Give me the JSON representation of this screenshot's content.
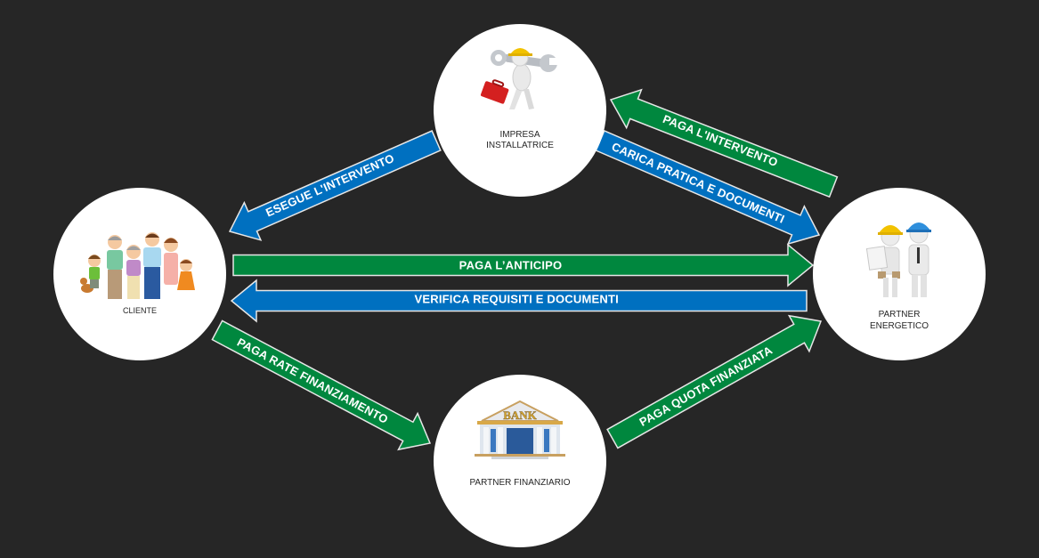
{
  "colors": {
    "background": "#262626",
    "circle": "#ffffff",
    "green_arrow": "#00873e",
    "blue_arrow": "#0070c0",
    "arrow_border": "#e6e6e6"
  },
  "nodes": {
    "impresa": {
      "label_lines": [
        "IMPRESA",
        "INSTALLATRICE"
      ],
      "icon": "worker-with-wrench-and-toolbox"
    },
    "cliente": {
      "label_lines": [
        "CLIENTE"
      ],
      "icon": "family-group"
    },
    "partner_energetico": {
      "label_lines": [
        "PARTNER",
        "ENERGETICO"
      ],
      "icon": "two-engineers-with-helmets"
    },
    "partner_finanziario": {
      "label_lines": [
        "PARTNER FINANZIARIO"
      ],
      "icon": "bank-building",
      "bank_sign": "BANK"
    }
  },
  "arrows": [
    {
      "id": "esegue",
      "label": "ESEGUE L'INTERVENTO",
      "color": "blue",
      "from": "impresa",
      "to": "cliente"
    },
    {
      "id": "paga-intervento",
      "label": "PAGA L'INTERVENTO",
      "color": "green",
      "from": "partner_energetico",
      "to": "impresa"
    },
    {
      "id": "carica",
      "label": "CARICA PRATICA E DOCUMENTI",
      "color": "blue",
      "from": "impresa",
      "to": "partner_energetico"
    },
    {
      "id": "anticipo",
      "label": "PAGA L’ANTICIPO",
      "color": "green",
      "from": "cliente",
      "to": "partner_energetico"
    },
    {
      "id": "verifica",
      "label": "VERIFICA REQUISITI E DOCUMENTI",
      "color": "blue",
      "from": "partner_energetico",
      "to": "cliente"
    },
    {
      "id": "rate",
      "label": "PAGA RATE FINANZIAMENTO",
      "color": "green",
      "from": "cliente",
      "to": "partner_finanziario"
    },
    {
      "id": "quota",
      "label": "PAGA QUOTA FINANZIATA",
      "color": "green",
      "from": "partner_finanziario",
      "to": "partner_energetico"
    }
  ]
}
